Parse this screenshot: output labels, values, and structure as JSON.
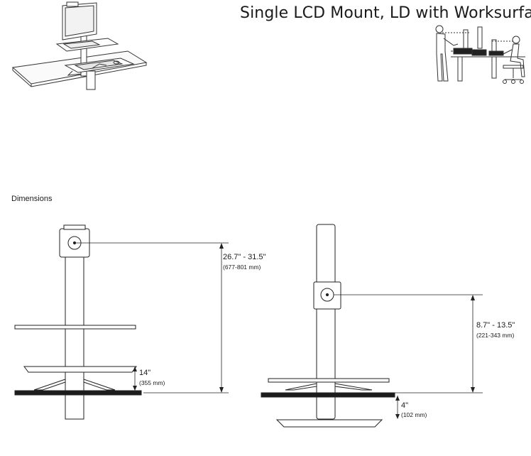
{
  "title": "Single LCD Mount, LD with Worksurface",
  "section_label": "Dimensions",
  "dimensions": {
    "left_height": {
      "imperial": "26.7\" - 31.5\"",
      "metric": "(677-801 mm)"
    },
    "left_worksurface": {
      "imperial": "14\"",
      "metric": "(355 mm)"
    },
    "right_height": {
      "imperial": "8.7\" - 13.5\"",
      "metric": "(221-343 mm)"
    },
    "right_below": {
      "imperial": "4\"",
      "metric": "(102 mm)"
    }
  },
  "colors": {
    "line": "#222222",
    "fill_light": "#f4f4f4",
    "desk": "#1c1c1c"
  },
  "icons": [
    "product-illustration",
    "sit-stand-pictogram",
    "vesa-mount-icon"
  ]
}
